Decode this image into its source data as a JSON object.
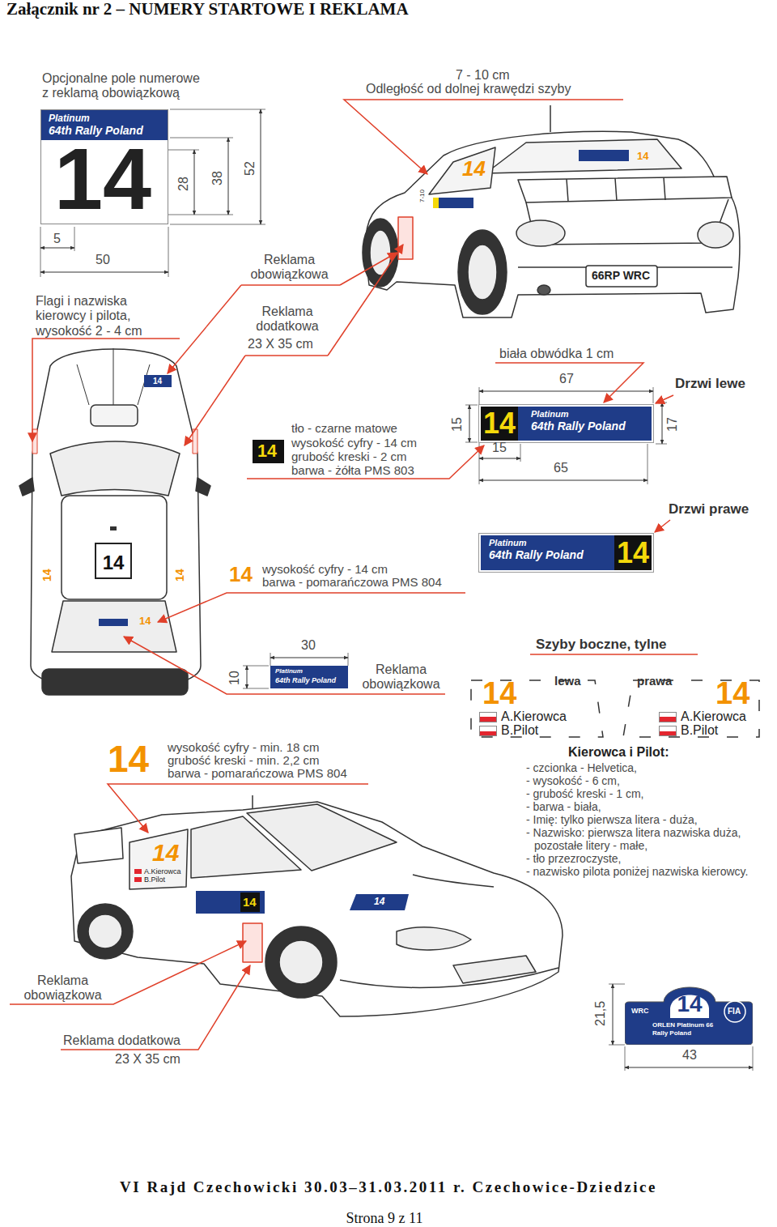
{
  "diagram": {
    "title": "Załącznik nr 2 – NUMERY STARTOWE I REKLAMA",
    "nodes": [
      {
        "text": [
          "Platinum",
          "64th Rally Poland",
          "14"
        ]
      },
      {
        "text": [
          "14",
          "Platinum",
          "64th Rally Poland"
        ]
      },
      {
        "text": [
          "14"
        ]
      },
      {
        "text": [
          "Platinum",
          "64th Rally Poland",
          "14"
        ]
      },
      {
        "text": [
          "14"
        ]
      },
      {
        "text": [
          "Platinum",
          "64th Rally Poland"
        ]
      },
      {
        "text": [
          "14",
          "A.Kierowca",
          "B.Pilot"
        ]
      },
      {
        "text": [
          "14",
          "A.Kierowca",
          "B.Pilot"
        ]
      },
      {
        "text": [
          "14",
          "WRC",
          "ORLEN Platinum 66 Rally Poland",
          "FIA"
        ]
      }
    ],
    "labels": [
      "Opcjonalne pole numerowe z reklamą obowiązkową",
      "7 - 10 cm",
      "Odległość od dolnej krawędzi szyby",
      "28",
      "38",
      "52",
      "5",
      "50",
      "Reklama obowiązkowa",
      "Flagi i nazwiska kierowcy i pilota, wysokość 2 - 4 cm",
      "Reklama dodatkowa",
      "23 X 35 cm",
      "biała obwódka 1 cm",
      "67",
      "Drzwi lewe",
      "15",
      "17",
      "15",
      "65",
      "tło - czarne matowe",
      "wysokość cyfry - 14 cm",
      "grubość kreski - 2 cm",
      "barwa - żółta PMS 803",
      "Drzwi prawe",
      "14",
      "wysokość cyfry - 14 cm",
      "barwa - pomarańczowa PMS 804",
      "30",
      "10",
      "Reklama obowiązkowa",
      "Szyby boczne, tylne",
      "lewa",
      "prawa",
      "14",
      "wysokość cyfry - min. 18 cm",
      "grubość kreski - min. 2,2 cm",
      "barwa - pomarańczowa PMS 804",
      "Kierowca i Pilot:",
      "- czcionka - Helvetica,",
      "- wysokość - 6 cm,",
      "- grubość kreski - 1 cm,",
      "- barwa - biała,",
      "- Imię: tylko pierwsza litera - duża,",
      "- Nazwisko: pierwsza litera nazwiska duża, pozostałe litery - małe,",
      "- tło przezroczyste,",
      "- nazwisko pilota poniżej nazwiska kierowcy.",
      "Reklama obowiązkowa",
      "Reklama dodatkowa",
      "23 X 35 cm",
      "21,5",
      "43",
      "66RP WRC",
      "14",
      "14",
      "7-10",
      "14",
      "14",
      "14",
      "14",
      "14",
      "A.Kierowca",
      "B.Pilot",
      "14",
      "14",
      "VI Rajd Czechowicki 30.03–31.03.2011 r. Czechowice-Dziedzice",
      "Strona 9 z 11"
    ]
  }
}
